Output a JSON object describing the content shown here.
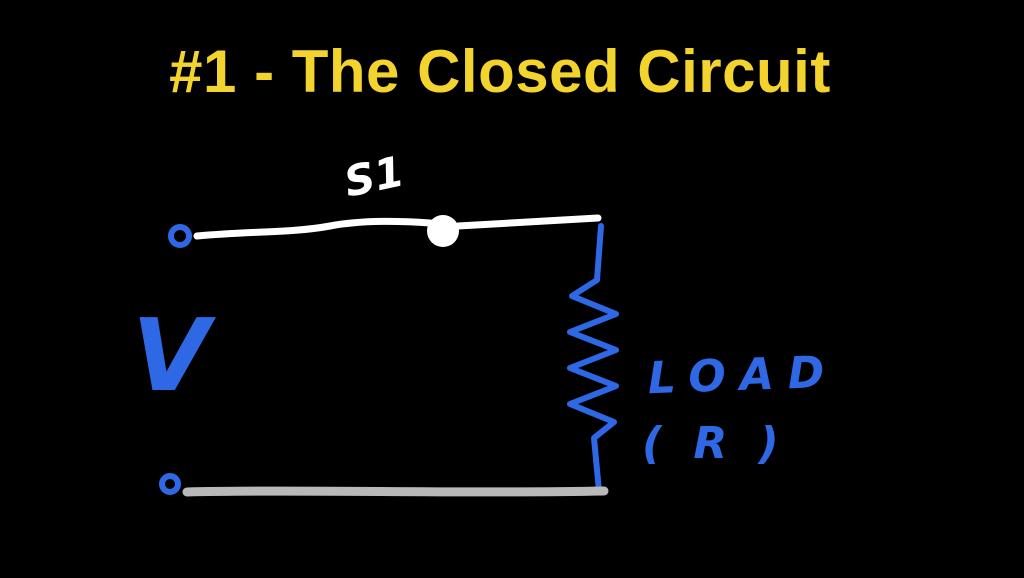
{
  "title": "#1 - The Closed Circuit",
  "labels": {
    "switch": "S1",
    "source": "V",
    "load_line1": "LOAD",
    "load_line2": "( R )"
  },
  "colors": {
    "background": "#000000",
    "title_yellow": "#F3D42E",
    "ink_blue": "#2E68E5",
    "wire_white": "#FFFFFF",
    "wire_gray": "#B9B9B9"
  }
}
